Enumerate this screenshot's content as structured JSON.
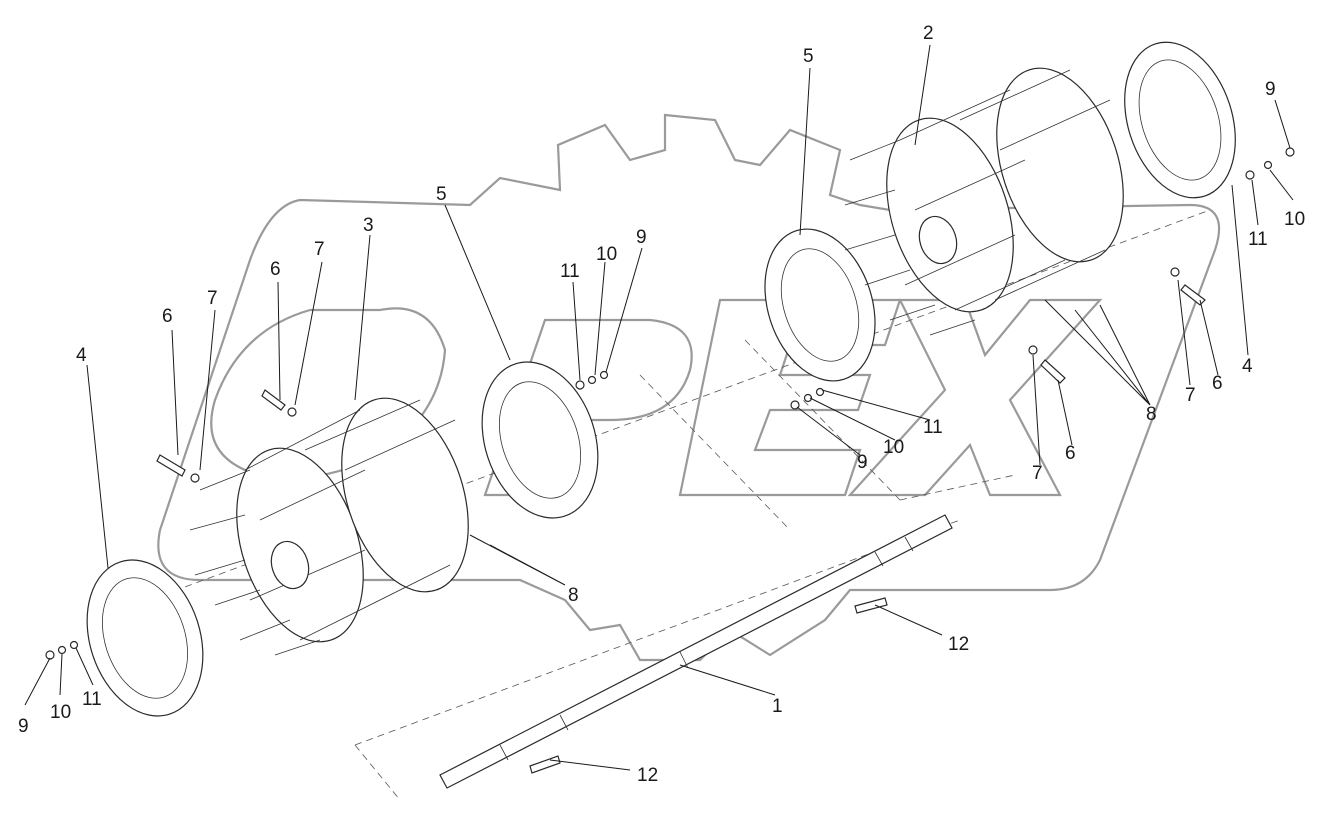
{
  "callouts": [
    "4",
    "6",
    "7",
    "6",
    "7",
    "3",
    "5",
    "11",
    "10",
    "9",
    "8",
    "9",
    "10",
    "11",
    "1",
    "12",
    "12",
    "2",
    "5",
    "11",
    "10",
    "9",
    "7",
    "6",
    "8",
    "7",
    "6",
    "4",
    "11",
    "10",
    "9"
  ]
}
